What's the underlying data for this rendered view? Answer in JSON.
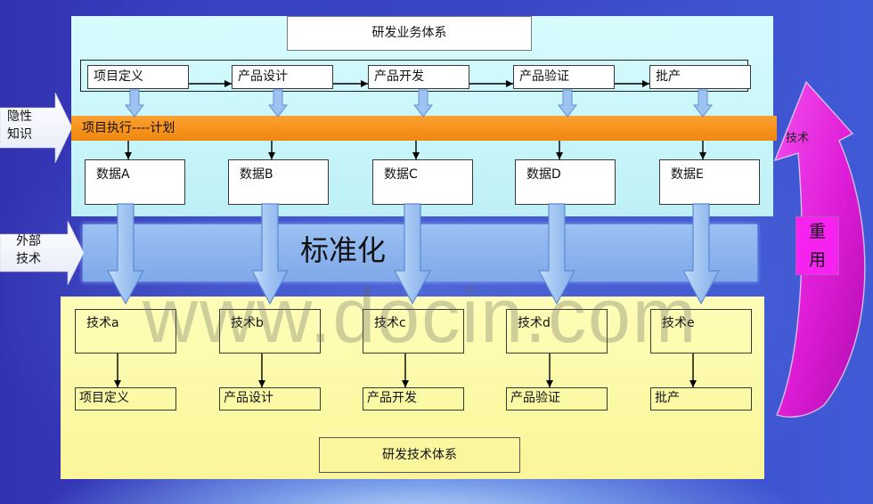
{
  "business_system": {
    "title": "研发业务体系",
    "stages": [
      "项目定义",
      "产品设计",
      "产品开发",
      "产品验证",
      "批产"
    ]
  },
  "execution_bar": {
    "label": "项目执行----计划"
  },
  "data_outputs": [
    "数据A",
    "数据B",
    "数据C",
    "数据D",
    "数据E"
  ],
  "inputs": {
    "tacit_knowledge": [
      "隐性",
      "知识"
    ],
    "external_technology": [
      "外部",
      "技术"
    ]
  },
  "standardization": {
    "label": "标准化"
  },
  "technology_system": {
    "title": "研发技术体系",
    "technologies": [
      "技术a",
      "技术b",
      "技术c",
      "技术d",
      "技术e"
    ],
    "stages": [
      "项目定义",
      "产品设计",
      "产品开发",
      "产品验证",
      "批产"
    ]
  },
  "reuse_loop": {
    "label": "技术",
    "badge": [
      "重",
      "用"
    ]
  },
  "watermark": "www.docin.com",
  "colors": {
    "background": "#3a46c4",
    "business_panel": "#c9f6fa",
    "execution_bar": "#f7941e",
    "standardization_band": "#8cb4ee",
    "flow_arrow": "#9fc3f1",
    "technology_panel": "#fcfaa8",
    "reuse_arrow": "#e01ed8",
    "reuse_badge": "#f522f0"
  }
}
